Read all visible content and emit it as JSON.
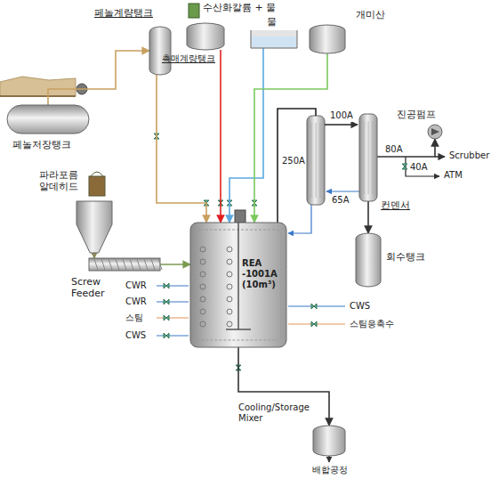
{
  "diagram": {
    "nodes": [
      {
        "text": [
          "페놀저장탱크"
        ]
      },
      {
        "text": [
          "페놀계량탱크"
        ]
      },
      {
        "text": [
          "수산화칼륨 + 물",
          "촉매계량탱크"
        ]
      },
      {
        "text": [
          "물"
        ]
      },
      {
        "text": [
          "개미산"
        ]
      },
      {
        "text": [
          "파라포름 알데히드"
        ]
      },
      {
        "text": [
          "Screw Feeder"
        ]
      },
      {
        "text": [
          "REA -1001A (10m³)"
        ]
      },
      {
        "text": [
          "컨덴서"
        ]
      },
      {
        "text": [
          "회수탱크"
        ]
      },
      {
        "text": [
          "진공펌프"
        ]
      },
      {
        "text": [
          "Cooling/Storage Mixer"
        ]
      }
    ],
    "edges": [
      {
        "from": 0,
        "to": 1,
        "arrow": "to"
      },
      {
        "from": 1,
        "to": 7,
        "arrow": "to"
      },
      {
        "from": 2,
        "to": 7,
        "arrow": "to"
      },
      {
        "from": 3,
        "to": 7,
        "arrow": "to"
      },
      {
        "from": 4,
        "to": 7,
        "arrow": "to"
      },
      {
        "from": 5,
        "to": 6,
        "arrow": "to"
      },
      {
        "from": 6,
        "to": 7,
        "arrow": "to"
      },
      {
        "from": 8,
        "to": 9,
        "arrow": "to"
      },
      {
        "from": 8,
        "to": 10,
        "arrow": "to"
      },
      {
        "from": 7,
        "to": 11,
        "arrow": "to"
      }
    ],
    "labels": [
      "CWR",
      "CWR",
      "스팀",
      "CWS",
      "CWS",
      "스팀응축수",
      "250A",
      "100A",
      "80A",
      "40A",
      "65A",
      "Scrubber",
      "ATM",
      "배합공정"
    ]
  }
}
